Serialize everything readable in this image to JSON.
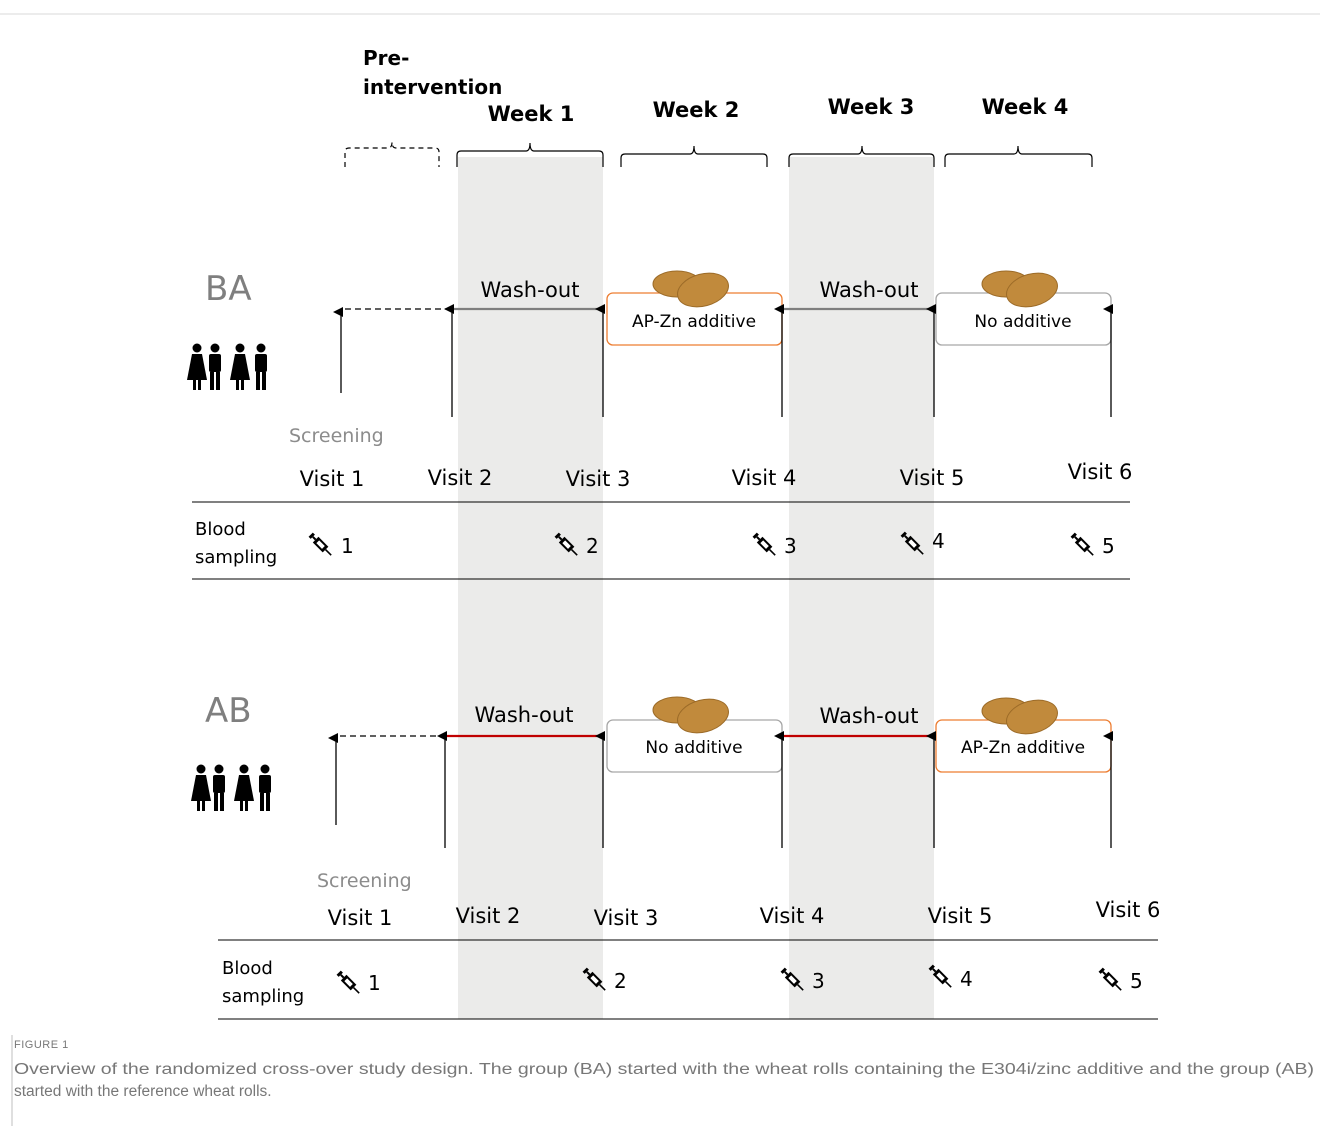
{
  "header": {
    "pre_intervention_line1": "Pre-",
    "pre_intervention_line2": "intervention",
    "weeks": [
      "Week 1",
      "Week 2",
      "Week 3",
      "Week 4"
    ]
  },
  "groups": [
    {
      "id": "BA",
      "label": "BA",
      "washout_label": "Wash-out",
      "week2_box": "AP-Zn additive",
      "week4_box": "No additive",
      "screening": "Screening",
      "visits": [
        "Visit 1",
        "Visit 2",
        "Visit 3",
        "Visit 4",
        "Visit 5",
        "Visit 6"
      ],
      "blood_line1": "Blood",
      "blood_line2": "sampling",
      "samples": [
        "1",
        "2",
        "3",
        "4",
        "5"
      ]
    },
    {
      "id": "AB",
      "label": "AB",
      "washout_label": "Wash-out",
      "week2_box": "No additive",
      "week4_box": "AP-Zn additive",
      "screening": "Screening",
      "visits": [
        "Visit 1",
        "Visit 2",
        "Visit 3",
        "Visit 4",
        "Visit 5",
        "Visit 6"
      ],
      "blood_line1": "Blood",
      "blood_line2": "sampling",
      "samples": [
        "1",
        "2",
        "3",
        "4",
        "5"
      ]
    }
  ],
  "caption": {
    "label": "FIGURE 1",
    "line1": "Overview of the randomized cross-over study design. The group (BA) started with the wheat rolls containing the E304i/zinc additive and the group (AB)",
    "line2": "started with the reference wheat rolls."
  },
  "colors": {
    "shading": "#ebebea",
    "ba_washout_line": "#7f7f7f",
    "ab_washout_line": "#c00000",
    "additive_box_border": "#ed7d31",
    "plain_box_border": "#a6a6a6",
    "bread": "#c18a3c",
    "bread_outline": "#9c6b28",
    "group_label": "#7f7f7f",
    "screening_text": "#8c8c8c"
  },
  "icons": [
    "people-group-icon",
    "syringe-icon",
    "bread-rolls-icon"
  ]
}
